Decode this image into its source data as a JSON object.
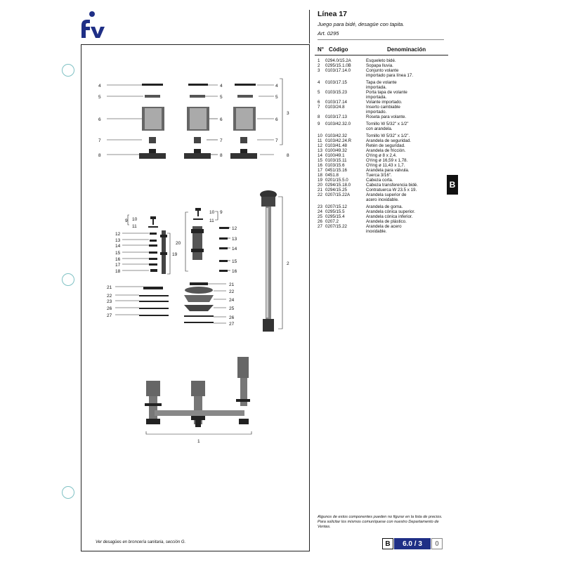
{
  "header": {
    "title": "Línea 17",
    "subtitle": "Juego para bidé, desagüe con tapita.",
    "article": "Art. 0295"
  },
  "table": {
    "col_no": "N°",
    "col_code": "Código",
    "col_name": "Denominación",
    "rows": [
      {
        "no": "1",
        "code": "0294.0/15.2A",
        "name": "Esqueleto bidé."
      },
      {
        "no": "2",
        "code": "0295/15.1.0B",
        "name": "Sopapa lluvia."
      },
      {
        "no": "3",
        "code": "0103/17.14.0",
        "name": "Conjunto volante\nimportado para línea 17."
      },
      {
        "no": "4",
        "code": "0103/17.15",
        "name": "Tapa de volante\nimportada."
      },
      {
        "no": "5",
        "code": "0103/15.23",
        "name": "Porta tapa de volante\nimportada."
      },
      {
        "no": "6",
        "code": "0103/17.14",
        "name": "Volante importado."
      },
      {
        "no": "7",
        "code": "0103/24.8",
        "name": "Inserto cambiable\nimportado."
      },
      {
        "no": "8",
        "code": "0103/17.13",
        "name": "Roseta para volante."
      },
      {
        "no": "9",
        "code": "0103/42.32.0",
        "name": "Tornillo W 5/32\" x 1/2\"\ncon arandela."
      },
      {
        "no": "10",
        "code": "0103/42.32",
        "name": "Tornillo W 5/32\" x 1/2\"."
      },
      {
        "no": "11",
        "code": "0103/42.24.R",
        "name": "Arandela de seguridad."
      },
      {
        "no": "12",
        "code": "0103/41.48",
        "name": "Retén de seguridad."
      },
      {
        "no": "13",
        "code": "0100/49.32",
        "name": "Arandela de fricción."
      },
      {
        "no": "14",
        "code": "0100/49.1",
        "name": "O'ring ø 8 x 2,4."
      },
      {
        "no": "15",
        "code": "0103/15.11",
        "name": "O'ring ø 16,59 x 1,78."
      },
      {
        "no": "16",
        "code": "0103/15.6",
        "name": "O'ring ø 11,43 x 1,7."
      },
      {
        "no": "17",
        "code": "0451/15.16",
        "name": "Arandela para válvula."
      },
      {
        "no": "18",
        "code": "0451.8",
        "name": "Tuerca 3/16\"."
      },
      {
        "no": "19",
        "code": "0201/15.5.0",
        "name": "Cabeza corta."
      },
      {
        "no": "20",
        "code": "0294/15.18.0",
        "name": "Cabeza transferencia bidé."
      },
      {
        "no": "21",
        "code": "0294/15.25",
        "name": "Contratuerca W 23.5 x 19."
      },
      {
        "no": "22",
        "code": "0207/15.22A",
        "name": "Arandela superior de\nacero inoxidable."
      },
      {
        "no": "23",
        "code": "0207/15.12",
        "name": "Arandela de goma."
      },
      {
        "no": "24",
        "code": "0295/15.5",
        "name": "Arandela cónica superior."
      },
      {
        "no": "25",
        "code": "0295/15.4",
        "name": "Arandela cónica inferior."
      },
      {
        "no": "26",
        "code": "0207.2",
        "name": "Arandela de plástico."
      },
      {
        "no": "27",
        "code": "0207/15.22",
        "name": "Arandela de acero\ninoxidable."
      }
    ]
  },
  "drawing_labels": {
    "n1": "1",
    "n2": "2",
    "n3": "3",
    "n4": "4",
    "n5": "5",
    "n6": "6",
    "n7": "7",
    "n8": "8",
    "n9": "9",
    "n10": "10",
    "n11": "11",
    "n12": "12",
    "n13": "13",
    "n14": "14",
    "n15": "15",
    "n16": "16",
    "n17": "17",
    "n18": "18",
    "n19": "19",
    "n20": "20",
    "n21": "21",
    "n22": "22",
    "n23": "23",
    "n24": "24",
    "n25": "25",
    "n26": "26",
    "n27": "27"
  },
  "section_tab": "B",
  "footnote_left": "Ver desagües en broncería sanitaria, sección G.",
  "note": "Algunos de estos componentes pueden no figurar en la lista de precios. Para solicitar los mismos comuníquese con nuestro Departamento de Ventas.",
  "page": {
    "section": "B",
    "number": "6.0 / 3",
    "suffix": "0"
  },
  "colors": {
    "brand_blue": "#1f2f86",
    "hole_ring": "#7fc1c4"
  }
}
